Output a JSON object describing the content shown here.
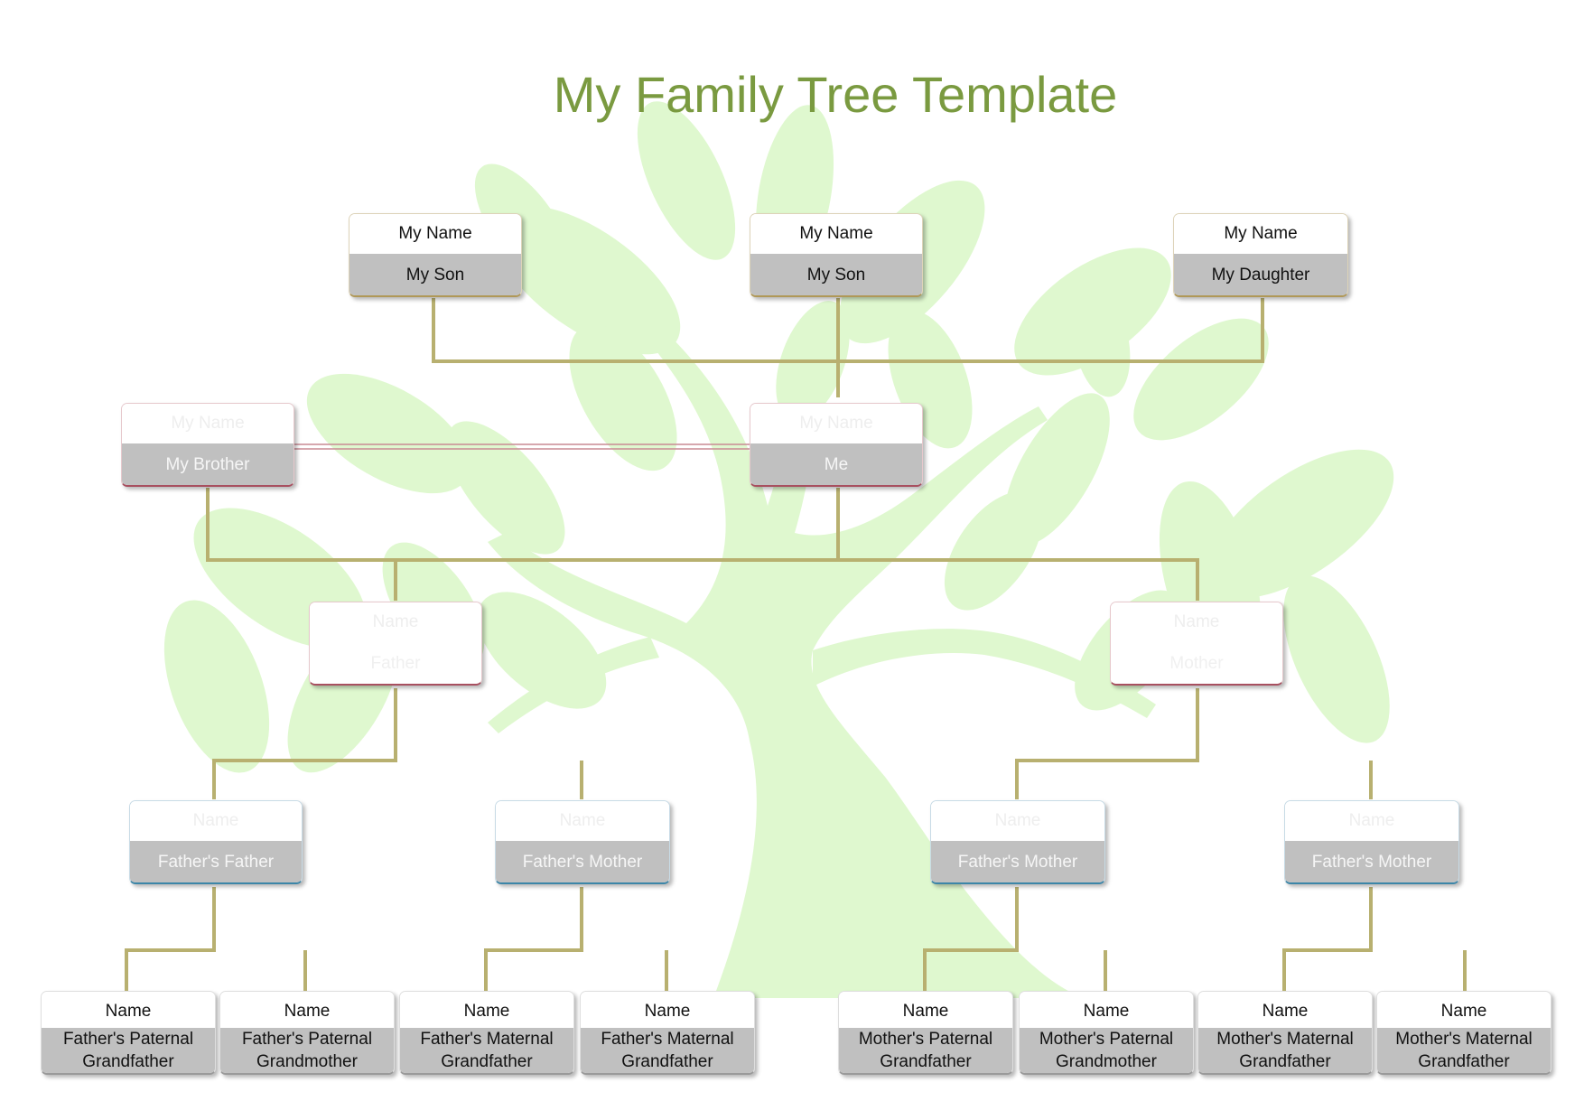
{
  "title": "My Family Tree Template",
  "colors": {
    "title": "#7a9a40",
    "connector": "#b8b070",
    "tree": "#dff8cf",
    "label_fill": "#c0c0c0"
  },
  "nodes": {
    "son1": {
      "name": "My Name",
      "relation": "My Son"
    },
    "son2": {
      "name": "My Name",
      "relation": "My Son"
    },
    "daughter": {
      "name": "My Name",
      "relation": "My Daughter"
    },
    "brother": {
      "name": "My Name",
      "relation": "My Brother"
    },
    "me": {
      "name": "My Name",
      "relation": "Me"
    },
    "father": {
      "name": "Name",
      "relation": "Father"
    },
    "mother": {
      "name": "Name",
      "relation": "Mother"
    },
    "ff": {
      "name": "Name",
      "relation": "Father's Father"
    },
    "fm": {
      "name": "Name",
      "relation": "Father's Mother"
    },
    "mf": {
      "name": "Name",
      "relation": "Father's Mother"
    },
    "mm": {
      "name": "Name",
      "relation": "Father's Mother"
    },
    "g1": {
      "name": "Name",
      "relation": "Father's Paternal Grandfather"
    },
    "g2": {
      "name": "Name",
      "relation": "Father's Paternal Grandmother"
    },
    "g3": {
      "name": "Name",
      "relation": "Father's Maternal Grandfather"
    },
    "g4": {
      "name": "Name",
      "relation": "Father's Maternal Grandfather"
    },
    "g5": {
      "name": "Name",
      "relation": "Mother's Paternal Grandfather"
    },
    "g6": {
      "name": "Name",
      "relation": "Mother's Paternal Grandmother"
    },
    "g7": {
      "name": "Name",
      "relation": "Mother's Maternal Grandfather"
    },
    "g8": {
      "name": "Name",
      "relation": "Mother's Maternal Grandfather"
    }
  }
}
